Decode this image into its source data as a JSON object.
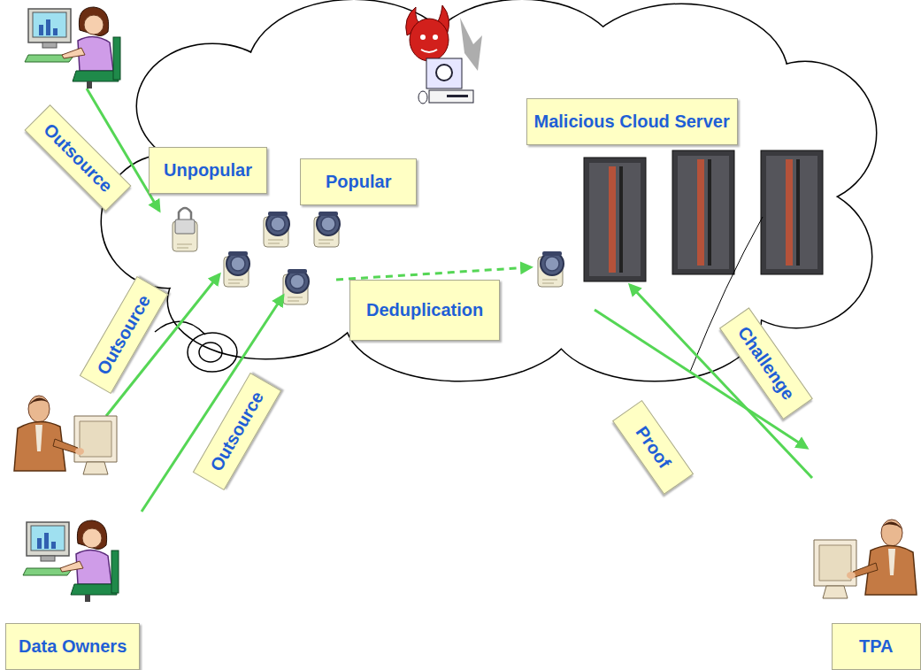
{
  "diagram": {
    "nodes": [
      {
        "text": [
          "Outsource"
        ]
      },
      {
        "text": [
          "Unpopular"
        ]
      },
      {
        "text": [
          "Popular"
        ]
      },
      {
        "text": [
          "Malicious Cloud Server"
        ]
      },
      {
        "text": [
          "Outsource"
        ]
      },
      {
        "text": [
          "Deduplication"
        ]
      },
      {
        "text": [
          "Outsource"
        ]
      },
      {
        "text": [
          "Proof"
        ]
      },
      {
        "text": [
          "Challenge"
        ]
      },
      {
        "text": [
          "Data Owners"
        ]
      },
      {
        "text": [
          "TPA"
        ]
      }
    ]
  }
}
